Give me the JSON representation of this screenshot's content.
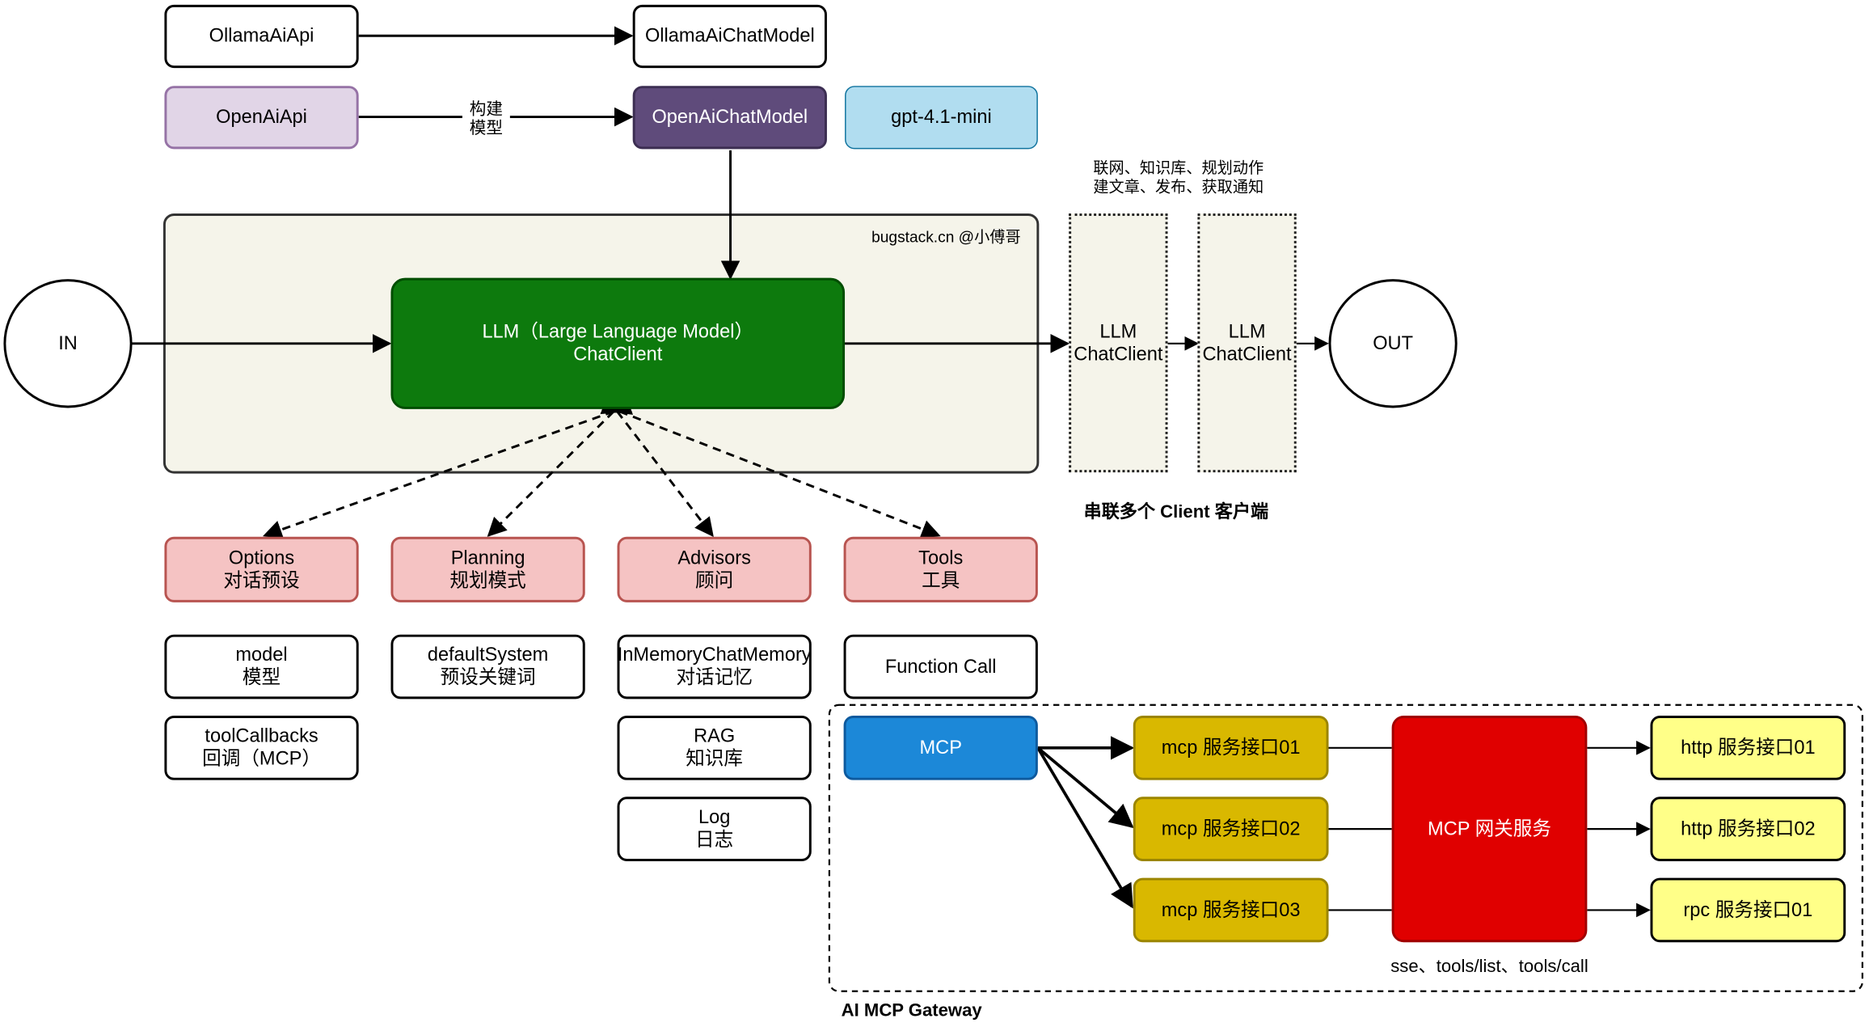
{
  "colors": {
    "container_bg": "#f5f4ea",
    "openai_api_bg": "#e1d5e7",
    "openai_api_border": "#9673a6",
    "openai_model_bg": "#5f4b7b",
    "gpt_bg": "#b1ddf0",
    "llm_bg": "#0d7a0d",
    "component_bg": "#f5c3c3",
    "component_border": "#b85450",
    "mcp_bg": "#1c88d8",
    "mcp_service_bg": "#d9b800",
    "gateway_bg": "#e00000",
    "endpoint_bg": "#ffff88"
  },
  "top": {
    "ollama_api": "OllamaAiApi",
    "ollama_model": "OllamaAiChatModel",
    "openai_api": "OpenAiApi",
    "edge_label_line1": "构建",
    "edge_label_line2": "模型",
    "openai_model": "OpenAiChatModel",
    "gpt_model": "gpt-4.1-mini"
  },
  "container": {
    "watermark": "bugstack.cn @小傅哥"
  },
  "io": {
    "in": "IN",
    "out": "OUT"
  },
  "llm": {
    "line1": "LLM（Large Language Model）",
    "line2": "ChatClient"
  },
  "chain": {
    "note_line1": "联网、知识库、规划动作",
    "note_line2": "建文章、发布、获取通知",
    "client1_line1": "LLM",
    "client1_line2": "ChatClient",
    "client2_line1": "LLM",
    "client2_line2": "ChatClient",
    "caption": "串联多个 Client 客户端"
  },
  "components": [
    {
      "line1": "Options",
      "line2": "对话预设"
    },
    {
      "line1": "Planning",
      "line2": "规划模式"
    },
    {
      "line1": "Advisors",
      "line2": "顾问"
    },
    {
      "line1": "Tools",
      "line2": "工具"
    }
  ],
  "options_items": [
    {
      "line1": "model",
      "line2": "模型"
    },
    {
      "line1": "toolCallbacks",
      "line2": "回调（MCP）"
    }
  ],
  "planning_items": [
    {
      "line1": "defaultSystem",
      "line2": "预设关键词"
    }
  ],
  "advisors_items": [
    {
      "line1": "InMemoryChatMemory",
      "line2": "对话记忆"
    },
    {
      "line1": "RAG",
      "line2": "知识库"
    },
    {
      "line1": "Log",
      "line2": "日志"
    }
  ],
  "tools_items": [
    {
      "line1": "Function Call"
    }
  ],
  "gateway": {
    "mcp": "MCP",
    "services": [
      "mcp 服务接口01",
      "mcp 服务接口02",
      "mcp 服务接口03"
    ],
    "gateway_service": "MCP 网关服务",
    "endpoints": [
      "http 服务接口01",
      "http 服务接口02",
      "rpc 服务接口01"
    ],
    "protocol_note": "sse、tools/list、tools/call",
    "title": "AI MCP Gateway"
  }
}
